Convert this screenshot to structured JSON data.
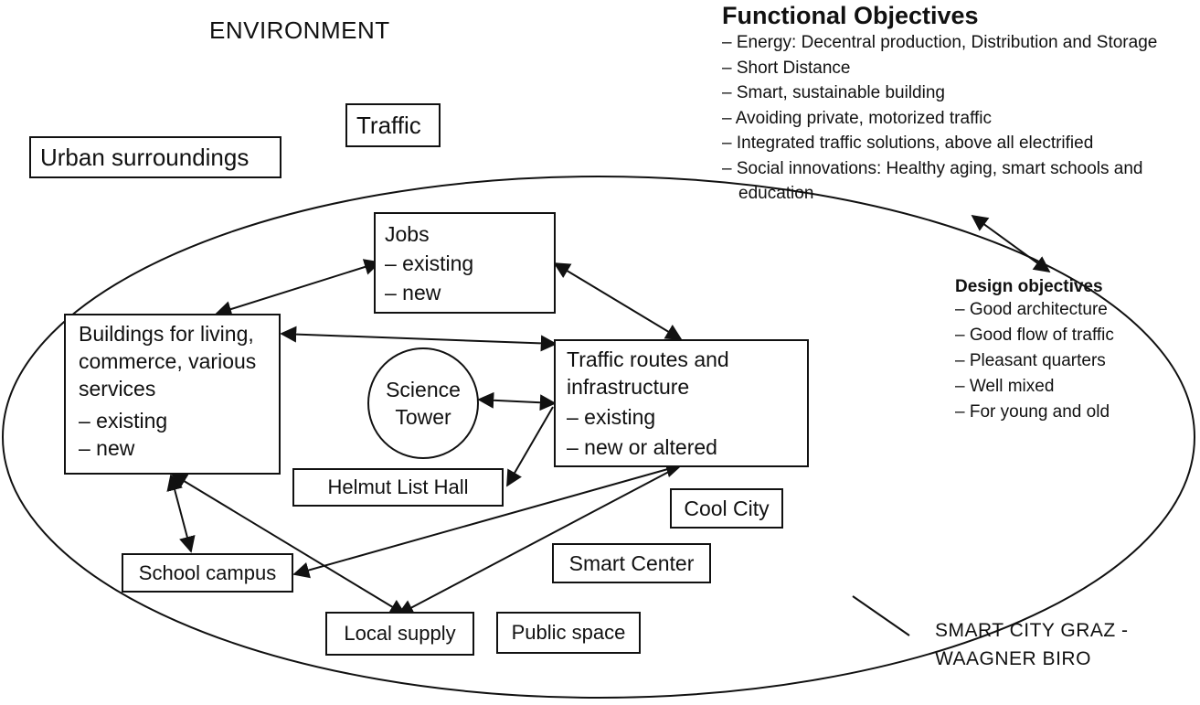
{
  "environment_label": "ENVIRONMENT",
  "traffic_label": "Traffic",
  "urban_label": "Urban surroundings",
  "functional_objectives": {
    "title": "Functional Objectives",
    "items": [
      "– Energy: Decentral production, Distribution and Storage",
      "– Short Distance",
      "– Smart, sustainable building",
      "– Avoiding private, motorized traffic",
      "– Integrated traffic solutions, above all electrified",
      "– Social innovations: Healthy aging, smart schools and",
      "education"
    ]
  },
  "design_objectives": {
    "title": "Design objectives",
    "items": [
      "– Good architecture",
      "– Good flow of traffic",
      "– Pleasant quarters",
      "– Well mixed",
      "– For young and old"
    ]
  },
  "jobs": {
    "lines": [
      "Jobs",
      "– existing",
      "– new"
    ]
  },
  "buildings": {
    "lines": [
      "Buildings for living,",
      "commerce, various",
      "services",
      "– existing",
      "– new"
    ]
  },
  "traffic_routes": {
    "lines": [
      "Traffic routes and",
      "infrastructure",
      "– existing",
      "– new or altered"
    ]
  },
  "science_tower": {
    "lines": [
      "Science",
      "Tower"
    ]
  },
  "helmut_list_hall": "Helmut List Hall",
  "cool_city": "Cool City",
  "school_campus": "School campus",
  "smart_center": "Smart Center",
  "local_supply": "Local supply",
  "public_space": "Public space",
  "smart_city": {
    "lines": [
      "SMART CITY GRAZ -",
      "WAAGNER BIRO"
    ]
  }
}
